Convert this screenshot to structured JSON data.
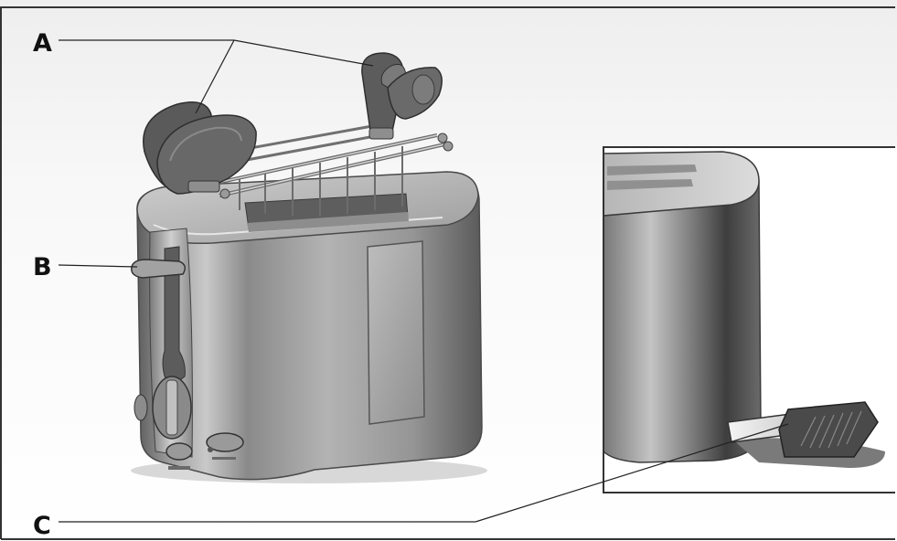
{
  "callouts": {
    "a": {
      "letter": "A"
    },
    "b": {
      "letter": "B"
    },
    "c": {
      "letter": "C"
    }
  }
}
